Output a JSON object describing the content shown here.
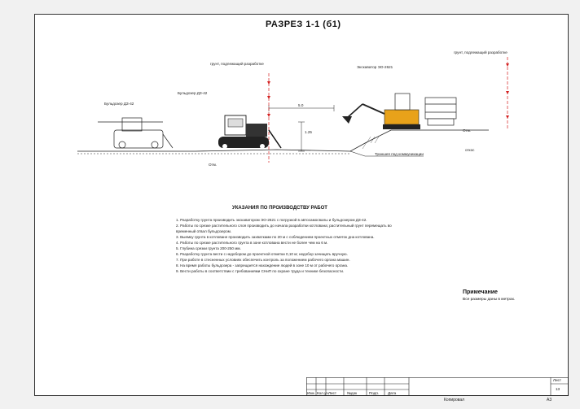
{
  "drawing": {
    "title": "РАЗРЕЗ 1-1 (б1)",
    "labels": {
      "bulldozer_left": "Бульдозер ДЗ-42",
      "bulldozer_right": "Бульдозер ДЗ-42",
      "excavator": "Экскаватор ЭО-2621",
      "ground_left": "грунт, подлежащий разработке",
      "ground_right": "грунт, подлежащий разработке",
      "dim_span": "5.0",
      "dim_depth": "1.25",
      "level_left": "Отм.",
      "level_right": "Отм.",
      "trench": "Траншея под коммуникации",
      "slope": "откос"
    }
  },
  "notes": {
    "title": "УКАЗАНИЯ ПО ПРОИЗВОДСТВУ РАБОТ",
    "items": [
      "1. Разработку грунта производить экскаватором ЭО-2621 с погрузкой в автосамосвалы и бульдозером ДЗ-42.",
      "2. Работы по срезке растительного слоя производить до начала разработки котлована; растительный грунт перемещать во временный отвал бульдозером.",
      "3. Выемку грунта в котловане производить захватками по 20 м с соблюдением проектных отметок дна котлована.",
      "4. Работы по срезке растительного грунта в зоне котлована вести не более чем на 6 м.",
      "5. Глубина срезки грунта 200-250 мм.",
      "6. Разработку грунта вести с недобором до проектной отметки 0,10 м; недобор зачищать вручную.",
      "7. При работе в стесненных условиях обеспечить контроль за положением рабочего органа машин.",
      "8. На время работы бульдозера - запрещается нахождение людей в зоне 10 м от рабочего органа.",
      "9. Вести работы в соответствии с требованиями СНиП по охране труда и технике безопасности."
    ],
    "remark_title": "Примечание",
    "remark_text": "Все размеры даны в метрах."
  },
  "stamp": {
    "cols": [
      "Изм.",
      "Кол.уч",
      "Лист",
      "№док",
      "Подп.",
      "Дата"
    ],
    "sheet_label": "Лист",
    "sheet_number": "13",
    "copied": "Копировал",
    "format": "А3"
  }
}
